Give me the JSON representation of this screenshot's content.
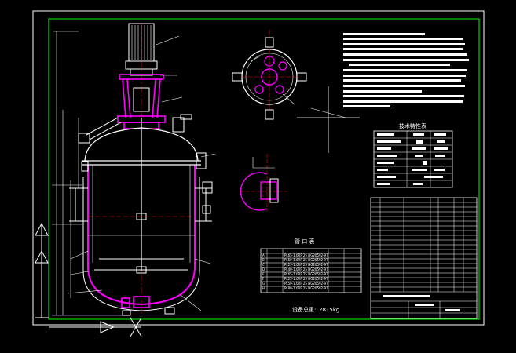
{
  "drawing": {
    "technical_table_title": "技术特性表",
    "nozzle_table_title": "管 口 表",
    "total_weight_label": "设备总重:",
    "total_weight_value": "2815kg",
    "nozzle_rows": [
      {
        "id": "A",
        "spec": "PL65-1.0RF 25 HG20592-97"
      },
      {
        "id": "B",
        "spec": "PL50-1.0RF 25 HG20592-97"
      },
      {
        "id": "C",
        "spec": "PL25-1.0RF 25 HG20592-97"
      },
      {
        "id": "D",
        "spec": "PL40-1.0RF 25 HG20592-97"
      },
      {
        "id": "E",
        "spec": "PL65-1.0RF 25 HG20592-97"
      },
      {
        "id": "F",
        "spec": "PL25-1.0RF 25 HG20592-97"
      },
      {
        "id": "G",
        "spec": "PL50-1.0RF 25 HG20592-97"
      },
      {
        "id": "H",
        "spec": "PL80-1.0RF 25 HG20592-97"
      }
    ]
  },
  "colors": {
    "frame": "#ffffff",
    "inner_frame": "#00ff00",
    "vessel": "#ff00ff",
    "centerline": "#ff0000",
    "dimension": "#ffffff"
  }
}
